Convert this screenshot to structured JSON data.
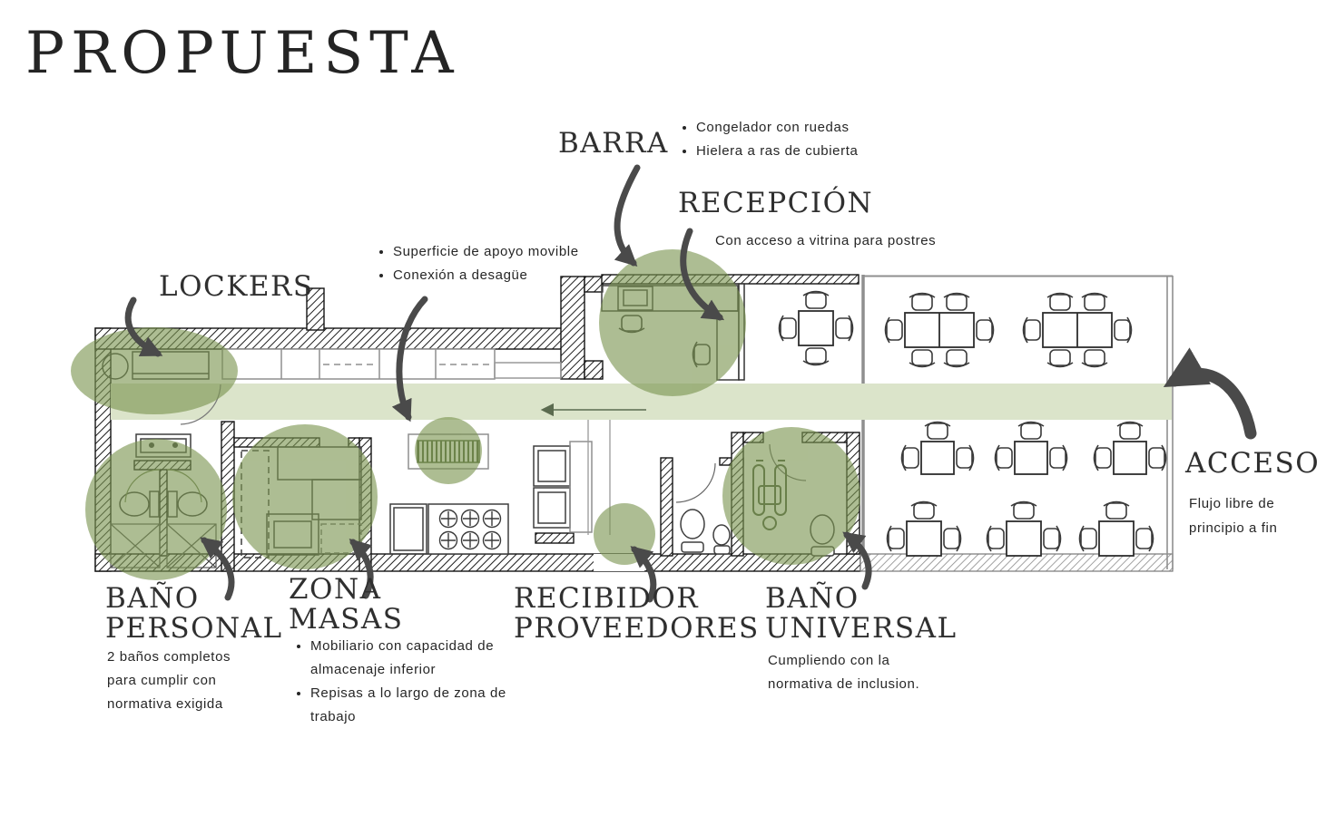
{
  "page": {
    "title": "PROPUESTA"
  },
  "annotations": {
    "barra": {
      "label": "BARRA",
      "bullets": [
        "Congelador con ruedas",
        "Hielera a ras de cubierta"
      ]
    },
    "recepcion": {
      "label": "RECEPCIÓN",
      "note": "Con acceso a vitrina para postres"
    },
    "kitchen": {
      "bullets": [
        "Superficie de apoyo movible",
        "Conexión a desagüe"
      ]
    },
    "lockers": {
      "label": "LOCKERS"
    },
    "bano_personal": {
      "label_line1": "BAÑO",
      "label_line2": "PERSONAL",
      "note": "2 baños completos para cumplir con normativa exigida"
    },
    "zona_masas": {
      "label_line1": "ZONA",
      "label_line2": "MASAS",
      "bullets": [
        "Mobiliario con capacidad de almacenaje inferior",
        "Repisas a lo largo de zona de trabajo"
      ]
    },
    "recibidor": {
      "label_line1": "RECIBIDOR",
      "label_line2": "PROVEEDORES"
    },
    "bano_universal": {
      "label_line1": "BAÑO",
      "label_line2": "UNIVERSAL",
      "note": "Cumpliendo con la normativa de inclusion."
    },
    "acceso": {
      "label": "ACCESO",
      "note_line1": "Flujo libre de",
      "note_line2": "principio a fin"
    }
  },
  "colors": {
    "flow_band": "#dbe4ca",
    "highlight": "#7b9551",
    "arrow": "#4a4a4a",
    "wall_line": "#141414",
    "partition": "#8f8f8f"
  }
}
